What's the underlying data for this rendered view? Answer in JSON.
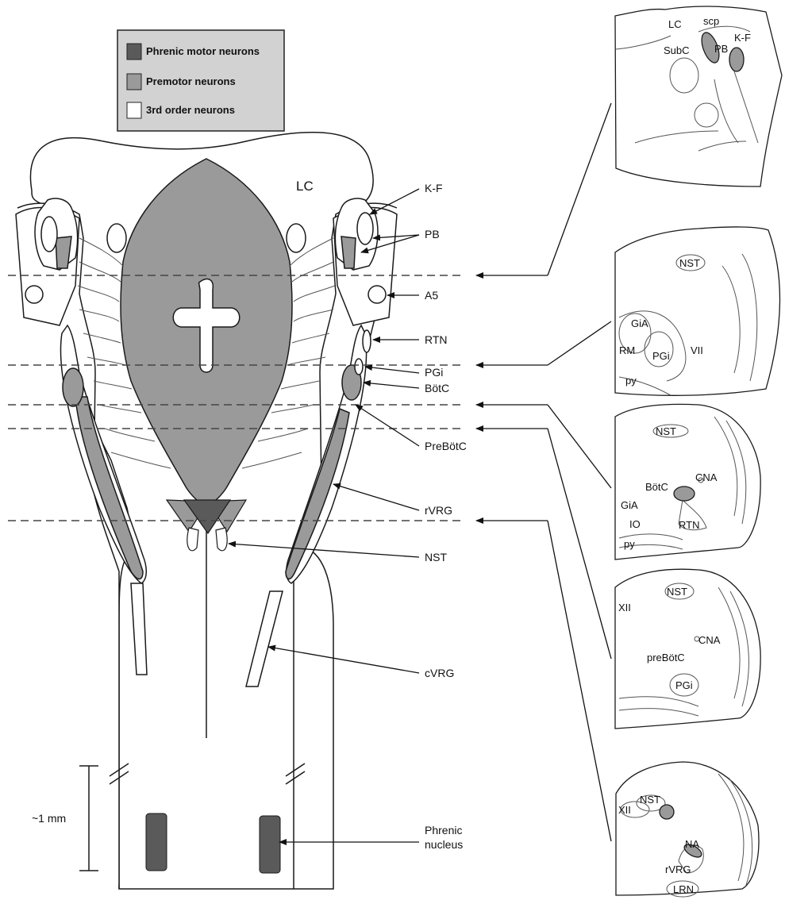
{
  "colors": {
    "phrenic_motor": "#5a5a5a",
    "premotor": "#9a9a9a",
    "third_order": "#ffffff",
    "legend_bg": "#d2d2d2",
    "outline": "#1a1a1a"
  },
  "legend": {
    "items": [
      {
        "label": "Phrenic motor neurons",
        "swatch": "phrenic_motor"
      },
      {
        "label": "Premotor neurons",
        "swatch": "premotor"
      },
      {
        "label": "3rd order neurons",
        "swatch": "third_order"
      }
    ]
  },
  "main_labels": {
    "lc": "LC",
    "kf": "K-F",
    "pb": "PB",
    "a5": "A5",
    "rtn": "RTN",
    "pgi": "PGi",
    "botc": "BötC",
    "prebotc": "PreBötC",
    "rvrg": "rVRG",
    "nst": "NST",
    "cvrg": "cVRG",
    "phrenic_line1": "Phrenic",
    "phrenic_line2": "nucleus",
    "scale": "~1 mm"
  },
  "sections": {
    "s1": {
      "lc": "LC",
      "scp": "scp",
      "kf": "K-F",
      "subc": "SubC",
      "pb": "PB"
    },
    "s2": {
      "nst": "NST",
      "gia": "GiA",
      "rm": "RM",
      "pgi": "PGi",
      "vii": "VII",
      "py": "py"
    },
    "s3": {
      "nst": "NST",
      "botc": "BötC",
      "cna": "CNA",
      "gia": "GiA",
      "io": "IO",
      "py": "py",
      "rtn": "RTN"
    },
    "s4": {
      "nst": "NST",
      "xii": "XII",
      "cna": "CNA",
      "prebotc": "preBötC",
      "pgi": "PGi"
    },
    "s5": {
      "xii": "XII",
      "nst": "NST",
      "na": "NA",
      "rvrg": "rVRG",
      "lrn": "LRN"
    }
  }
}
